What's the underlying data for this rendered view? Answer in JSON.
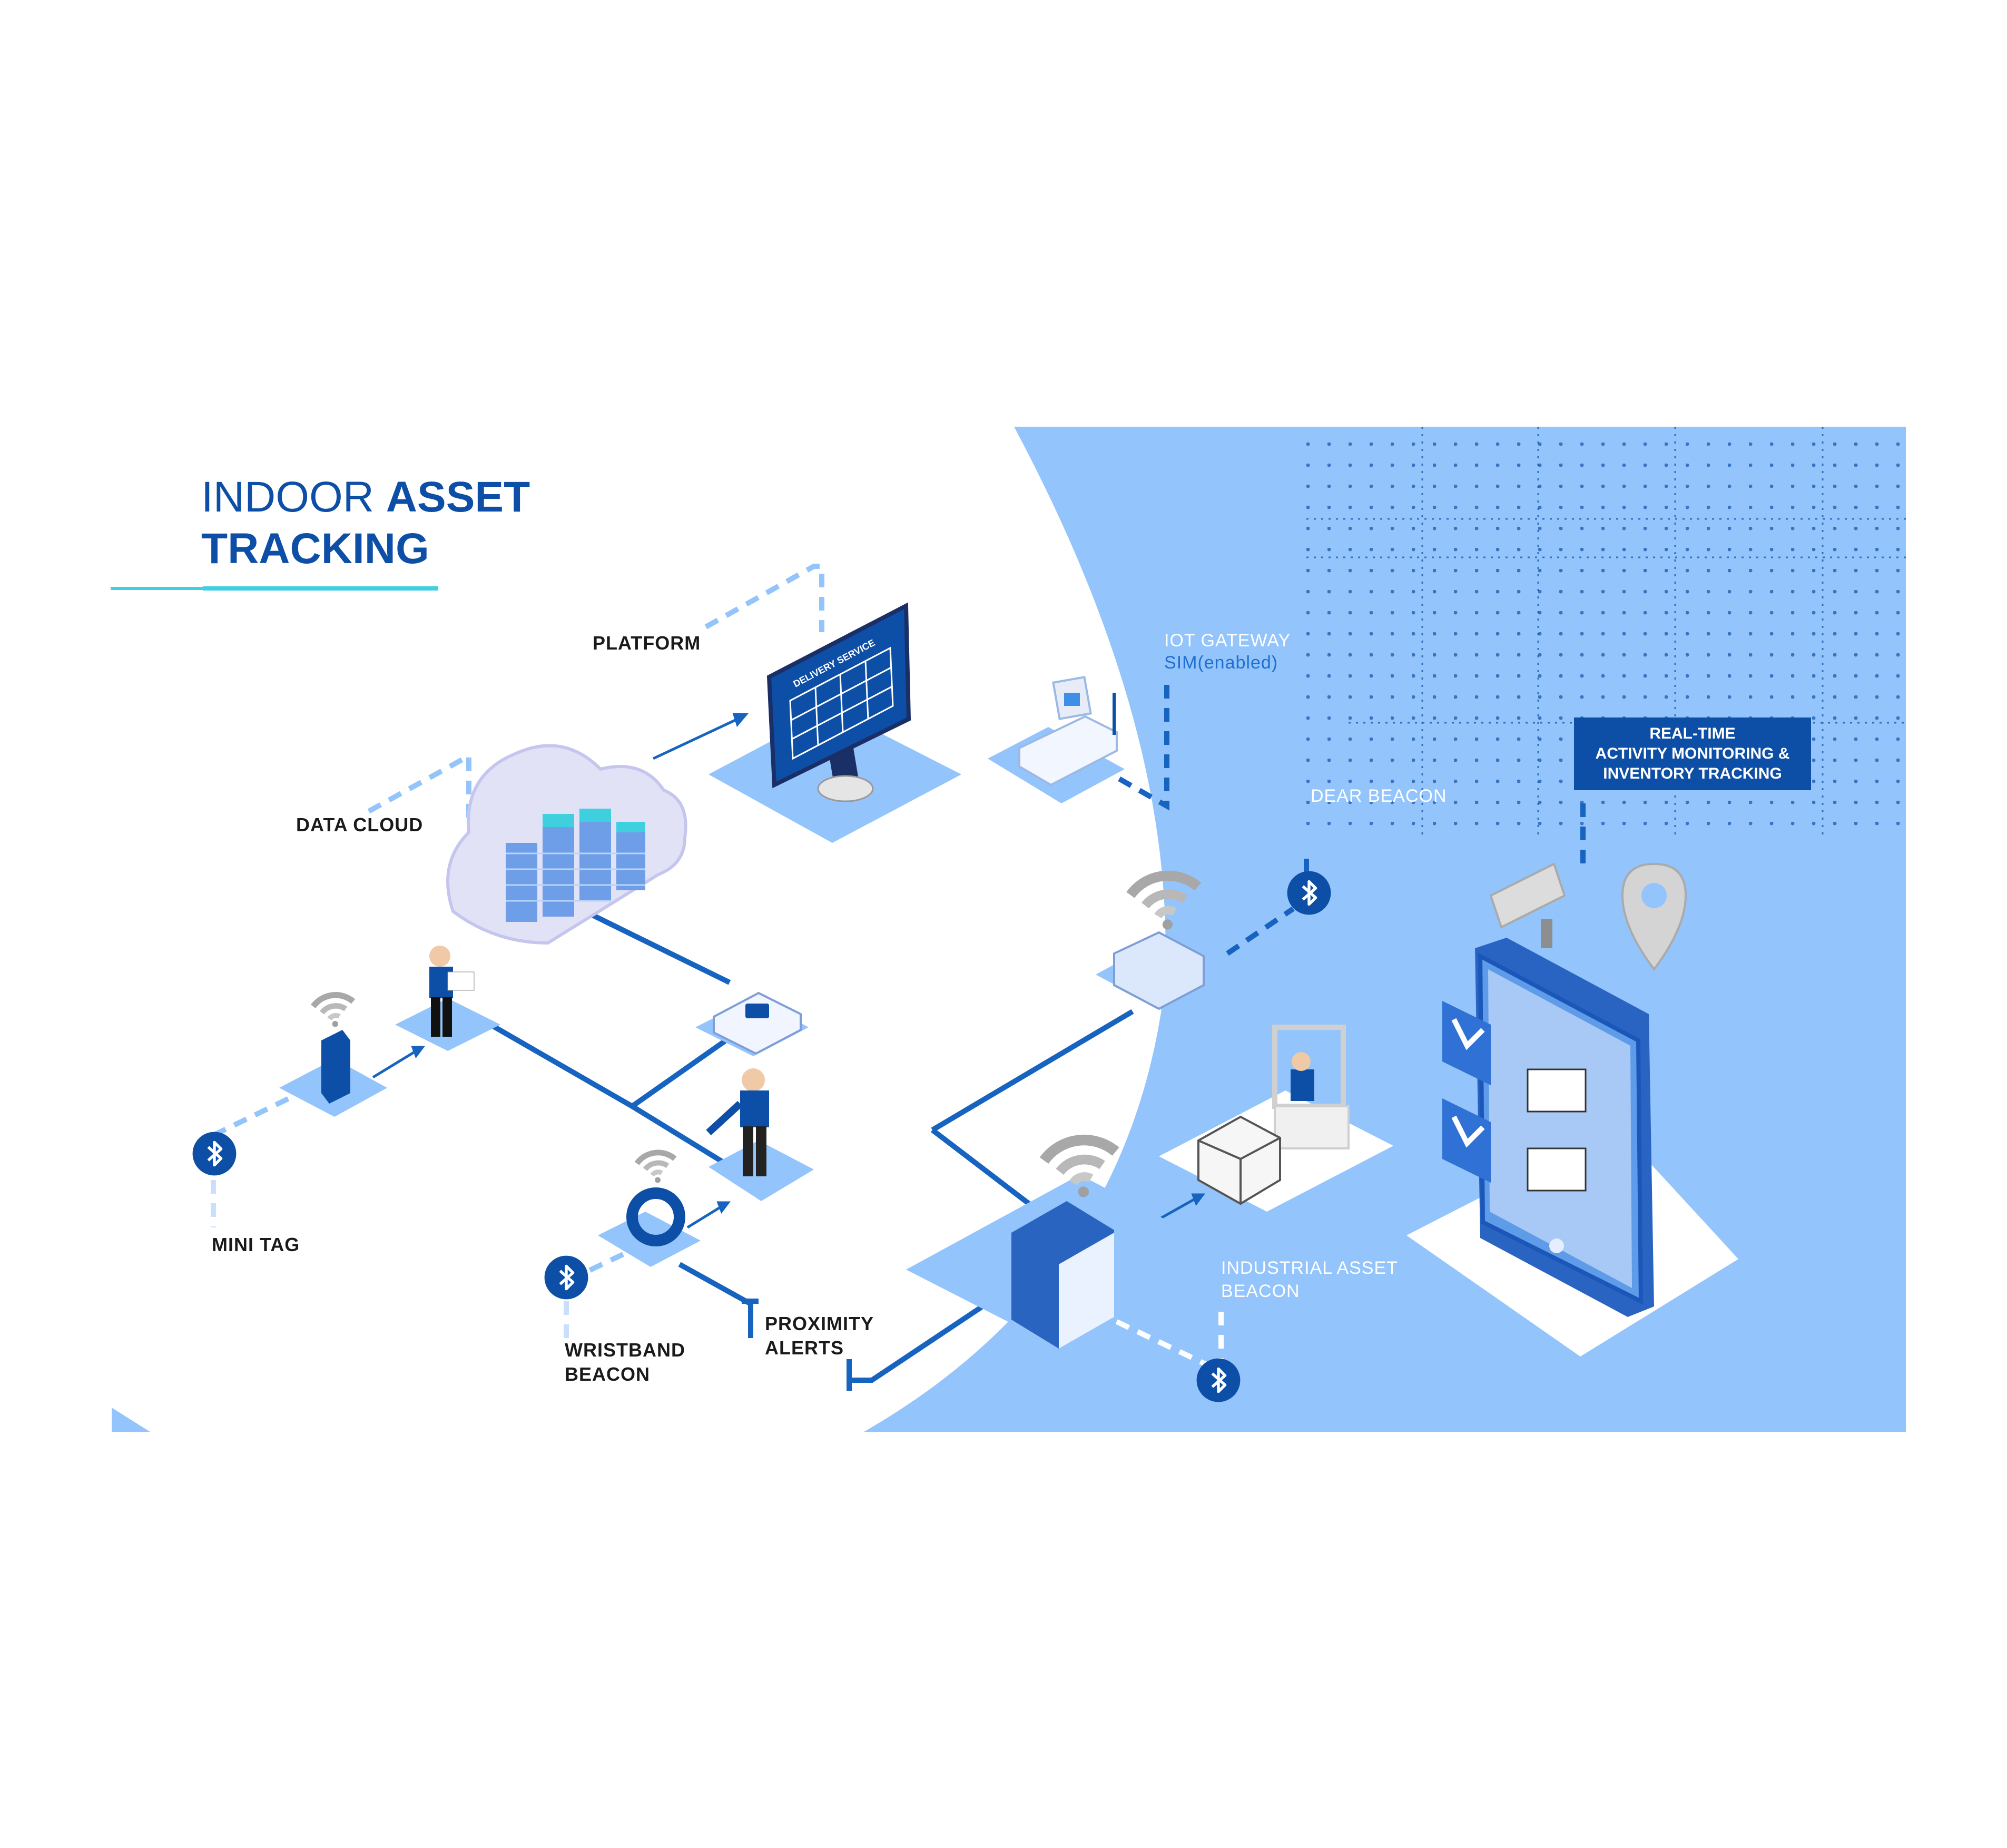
{
  "title": {
    "light": "INDOOR ",
    "bold_1": "ASSET",
    "bold_2": "TRACKING"
  },
  "labels": {
    "platform": "PLATFORM",
    "data_cloud": "DATA CLOUD",
    "mini_tag": "MINI TAG",
    "wristband_1": "WRISTBAND",
    "wristband_2": "BEACON",
    "proximity_1": "PROXIMITY",
    "proximity_2": "ALERTS",
    "iot_1": "IOT GATEWAY",
    "iot_2": "SIM(enabled)",
    "dear_beacon": "DEAR BEACON",
    "industrial_1": "INDUSTRIAL ASSET",
    "industrial_2": "BEACON",
    "realtime_1": "REAL-TIME",
    "realtime_2": "ACTIVITY MONITORING &",
    "realtime_3": "INVENTORY TRACKING"
  },
  "screen_text": "DELIVERY SERVICE",
  "colors": {
    "primary": "#0d4fa6",
    "light_blue": "#93c4fb",
    "pale_blue": "#c9dffc",
    "accent_cyan": "#3fd0e0",
    "line_blue": "#1763c0"
  }
}
